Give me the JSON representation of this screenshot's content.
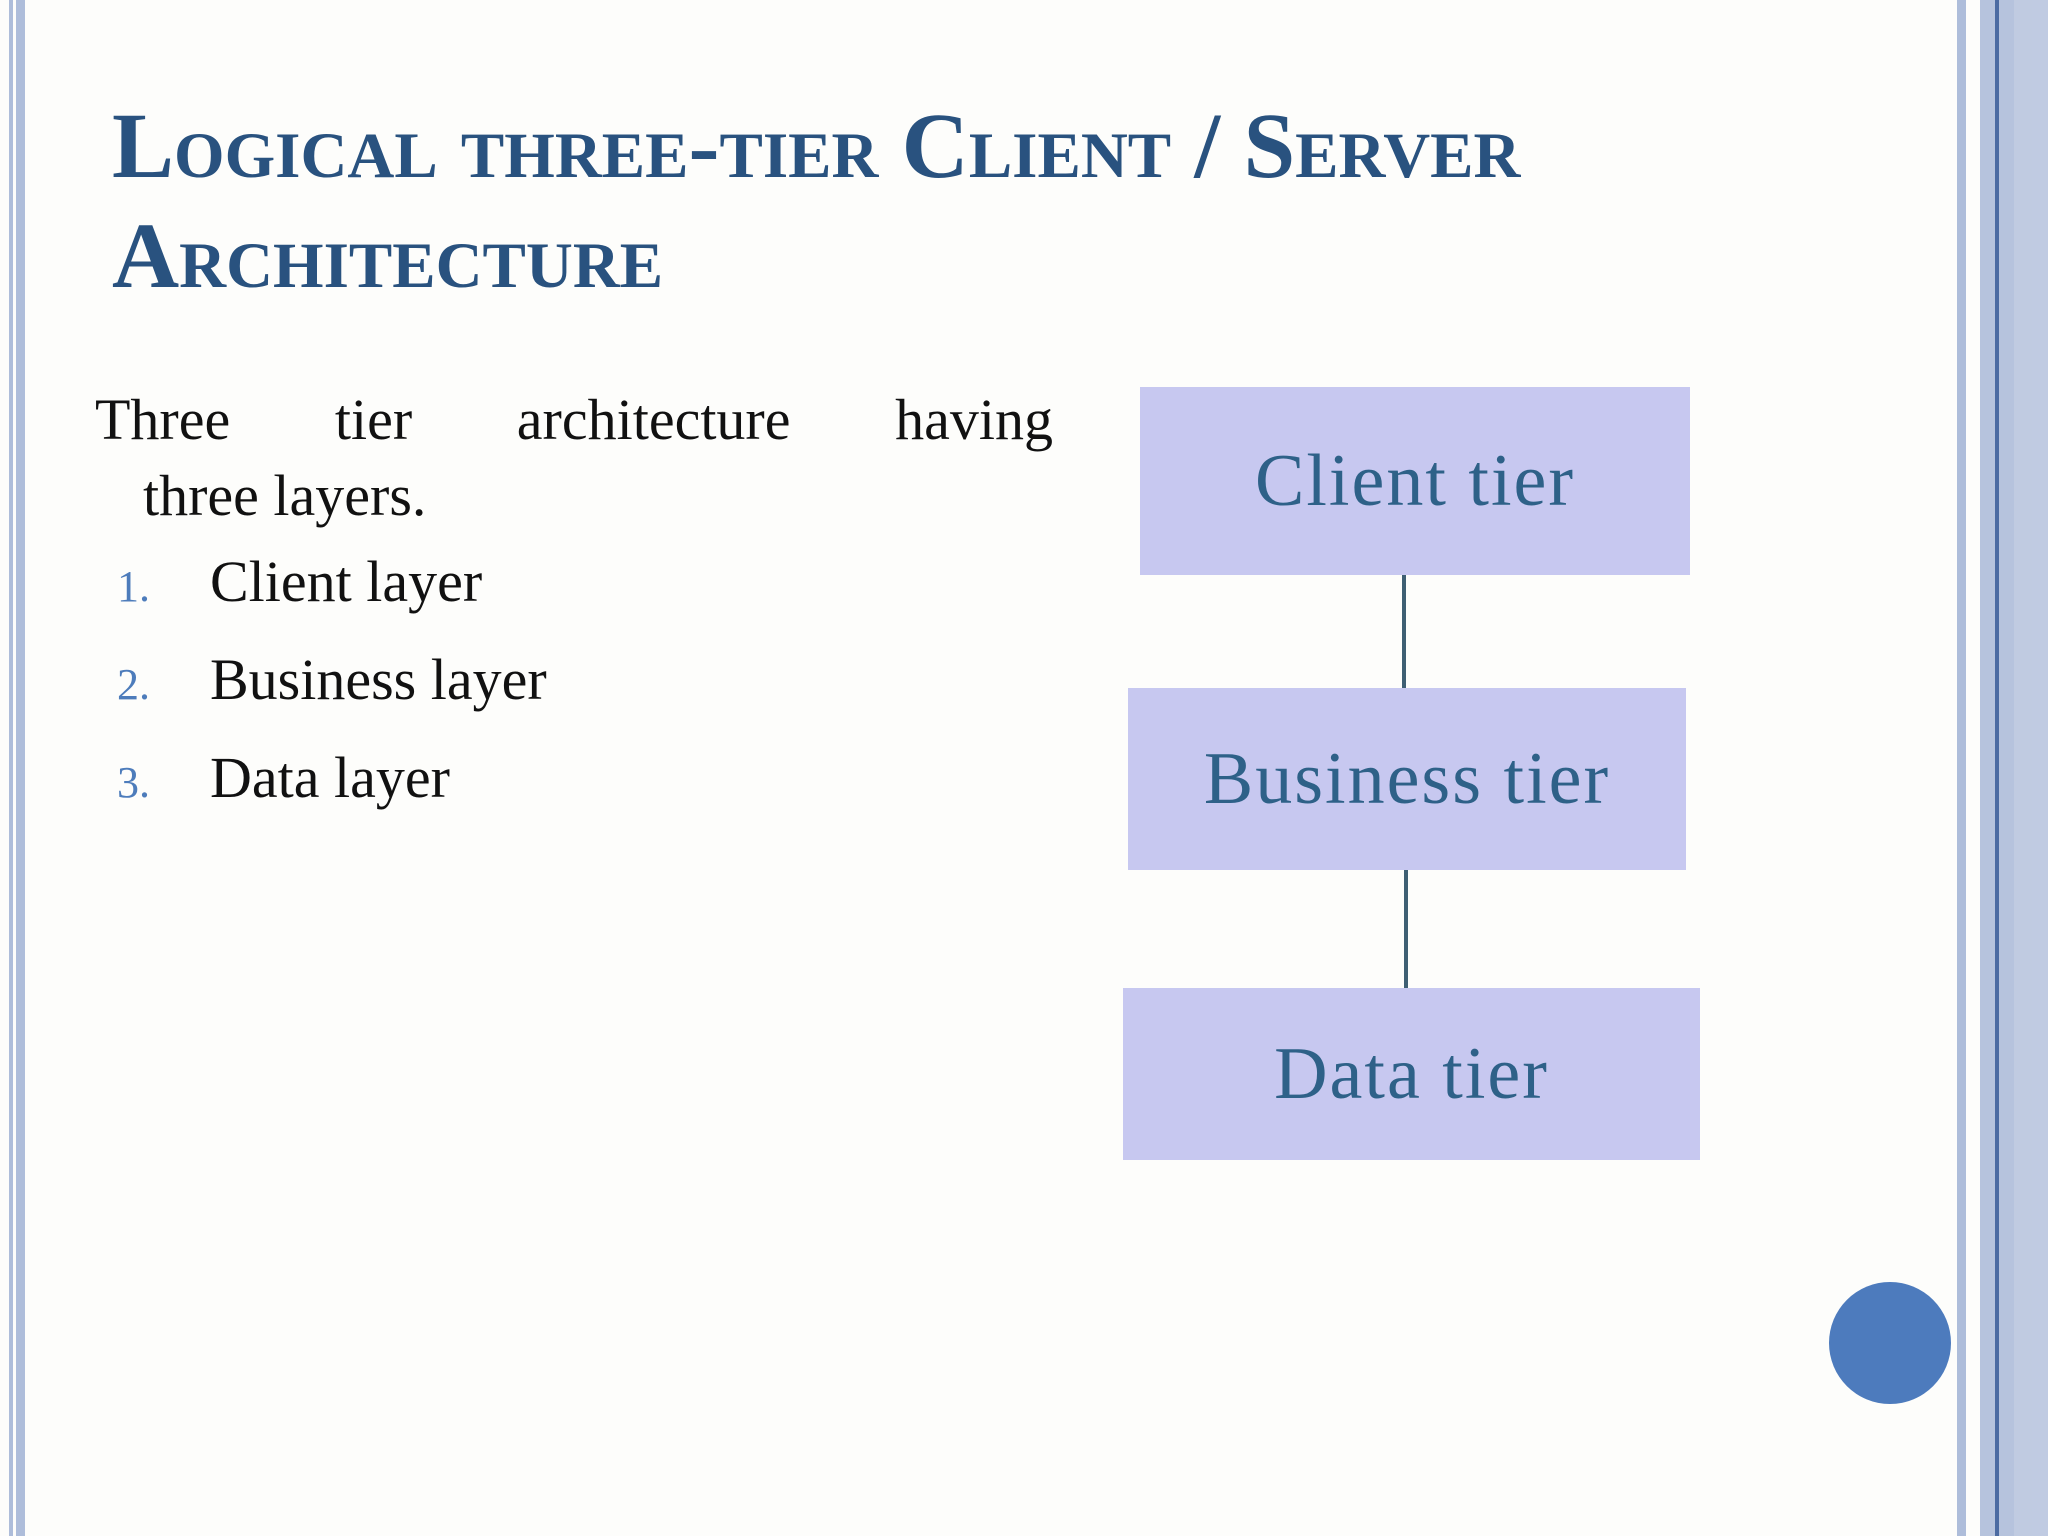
{
  "slide": {
    "title": {
      "line1": "Logical three-tier Client / Server",
      "line2": "Architecture"
    },
    "intro": {
      "line1": "Three tier architecture having",
      "line2": "three layers."
    },
    "list": [
      {
        "number": "1.",
        "label": "Client layer"
      },
      {
        "number": "2.",
        "label": "Business layer"
      },
      {
        "number": "3.",
        "label": "Data layer"
      }
    ],
    "diagram": {
      "nodes": [
        {
          "label": "Client tier"
        },
        {
          "label": "Business tier"
        },
        {
          "label": "Data tier"
        }
      ]
    }
  },
  "colors": {
    "background": "#fdfdfb",
    "title_color": "#29527f",
    "body_text": "#111111",
    "list_number": "#4d7cbb",
    "box_fill": "#c7c8f0",
    "box_text": "#2e6188",
    "connector": "#3e5f73",
    "accent_circle": "#4d7bbd",
    "border_stripe": "#aebdda",
    "border_band": "#b6c3dd",
    "border_dark_line": "#4c6ba2"
  }
}
